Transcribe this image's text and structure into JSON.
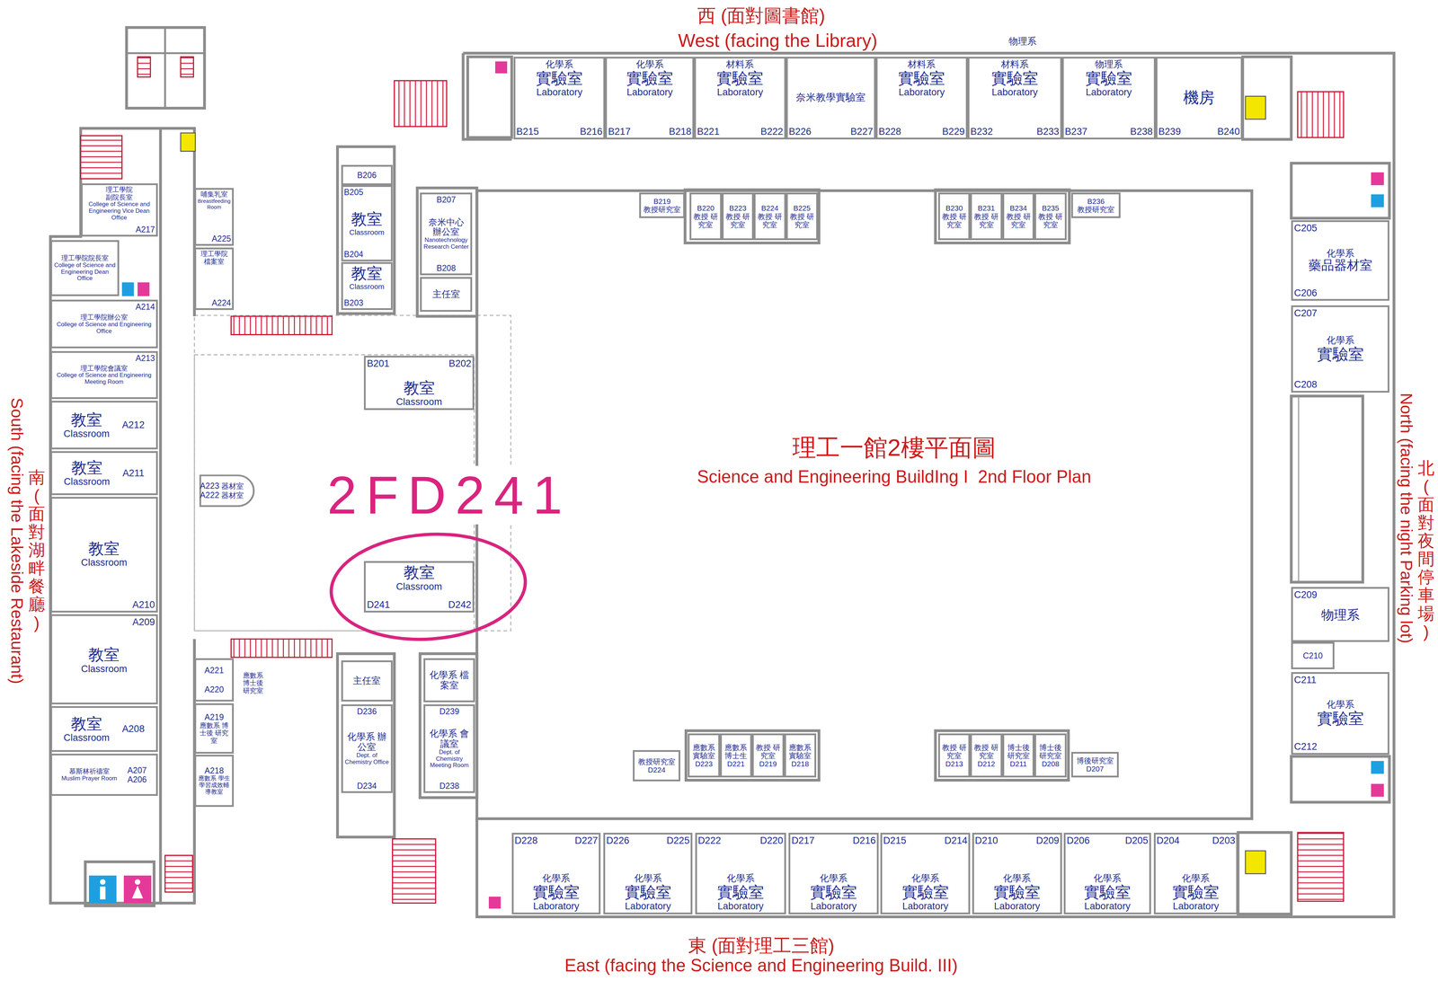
{
  "diagram": {
    "title": "理工一館2樓平面圖",
    "caption": "Science and Engineering BuildIng I  2nd Floor Plan",
    "nodes": [
      {
        "text": [
          "化學系",
          "實驗室",
          "Laboratory",
          "B215",
          "B216"
        ]
      },
      {
        "text": [
          "化學系",
          "實驗室",
          "Laboratory",
          "B217",
          "B218"
        ]
      },
      {
        "text": [
          "材料系",
          "實驗室",
          "Laboratory",
          "B221",
          "B222"
        ]
      },
      {
        "text": [
          "奈米教學實驗室",
          "B226",
          "B227"
        ]
      },
      {
        "text": [
          "材料系",
          "實驗室",
          "Laboratory",
          "B228",
          "B229"
        ]
      },
      {
        "text": [
          "材料系",
          "實驗室",
          "Laboratory",
          "B232",
          "B233"
        ]
      },
      {
        "text": [
          "物理系",
          "實驗室",
          "Laboratory",
          "B237",
          "B238"
        ]
      },
      {
        "text": [
          "機房",
          "B239",
          "B240"
        ]
      },
      {
        "text": [
          "B206"
        ]
      },
      {
        "text": [
          "B205",
          "教室",
          "Classroom",
          "B204"
        ]
      },
      {
        "text": [
          "教室",
          "Classroom",
          "B203"
        ]
      },
      {
        "text": [
          "B207",
          "奈米中心 辦公室",
          "Nanotechnology Research Center",
          "B208"
        ]
      },
      {
        "text": [
          "主任室"
        ]
      },
      {
        "text": [
          "B219",
          "教授研究室"
        ]
      },
      {
        "text": [
          "B220",
          "教授 研究室"
        ]
      },
      {
        "text": [
          "B223",
          "教授 研究室"
        ]
      },
      {
        "text": [
          "B224",
          "教授 研究室"
        ]
      },
      {
        "text": [
          "B225",
          "教授 研究室"
        ]
      },
      {
        "text": [
          "B230",
          "教授 研究室"
        ]
      },
      {
        "text": [
          "B231",
          "教授 研究室"
        ]
      },
      {
        "text": [
          "B234",
          "教授 研究室"
        ]
      },
      {
        "text": [
          "B235",
          "教授 研究室"
        ]
      },
      {
        "text": [
          "B236",
          "教授研究室"
        ]
      },
      {
        "text": [
          "C205",
          "化學系",
          "藥品器材室",
          "C206"
        ]
      },
      {
        "text": [
          "理工學院 副院長室",
          "College of Science and Engineering Vice Dean Office",
          "A217"
        ]
      },
      {
        "text": [
          "哺集乳室",
          "Breastfeeding Room",
          "A225"
        ]
      },
      {
        "text": [
          "理工學院 檔案室",
          "A224"
        ]
      },
      {
        "text": [
          "理工學院院長室",
          "College of Science and Engineering Dean Office"
        ]
      },
      {
        "text": [
          "A214",
          "理工學院辦公室",
          "College of Science and Engineering Office"
        ]
      },
      {
        "text": [
          "C207",
          "化學系",
          "實驗室",
          "C208"
        ]
      },
      {
        "text": [
          "B201",
          "B202",
          "教室",
          "Classroom"
        ]
      },
      {
        "text": [
          "A213",
          "理工學院會議室",
          "College of Science and Engineering Meeting Room"
        ]
      },
      {
        "text": [
          "教室",
          "Classroom",
          "A212"
        ]
      },
      {
        "text": [
          "教室",
          "Classroom",
          "A211"
        ]
      },
      {
        "text": [
          "A223",
          "器材室",
          "A222",
          "器材室"
        ]
      },
      {
        "text": [
          "教室",
          "Classroom",
          "A210"
        ]
      },
      {
        "text": [
          "教室",
          "Classroom",
          "D241",
          "D242"
        ]
      },
      {
        "text": [
          "C209",
          "物理系"
        ]
      },
      {
        "text": [
          "A209",
          "教室",
          "Classroom"
        ]
      },
      {
        "text": [
          "A221",
          "A220"
        ]
      },
      {
        "text": [
          "主任室"
        ]
      },
      {
        "text": [
          "化學系 檔案室"
        ]
      },
      {
        "text": [
          "C210"
        ]
      },
      {
        "text": [
          "C211",
          "化學系",
          "實驗室",
          "C212"
        ]
      },
      {
        "text": [
          "A219",
          "應數系 博士後 研究室"
        ]
      },
      {
        "text": [
          "D236",
          "化學系 辦公室",
          "Dept. of Chemistry Office",
          "D234"
        ]
      },
      {
        "text": [
          "D239",
          "化學系 會議室",
          "Dept. of Chemistry Meeting Room",
          "D238"
        ]
      },
      {
        "text": [
          "教室",
          "Classroom",
          "A208"
        ]
      },
      {
        "text": [
          "應數系 實驗室",
          "D223"
        ]
      },
      {
        "text": [
          "應數系 博士生",
          "D221"
        ]
      },
      {
        "text": [
          "教授 研究室",
          "D219"
        ]
      },
      {
        "text": [
          "應數系 實驗室",
          "D218"
        ]
      },
      {
        "text": [
          "教授 研究室",
          "D213"
        ]
      },
      {
        "text": [
          "教授 研究室",
          "D212"
        ]
      },
      {
        "text": [
          "博士後 研究室",
          "D211"
        ]
      },
      {
        "text": [
          "博士後 研究室",
          "D208"
        ]
      },
      {
        "text": [
          "教授研究室",
          "D224"
        ]
      },
      {
        "text": [
          "博後研究室",
          "D207"
        ]
      },
      {
        "text": [
          "A218",
          "應數系 學生學習成效輔導教室"
        ]
      },
      {
        "text": [
          "A207",
          "慕斯林祈禱室",
          "Muslim Prayer Room",
          "A206"
        ]
      },
      {
        "text": [
          "D228",
          "D227",
          "化學系",
          "實驗室",
          "Laboratory"
        ]
      },
      {
        "text": [
          "D226",
          "D225",
          "化學系",
          "實驗室",
          "Laboratory"
        ]
      },
      {
        "text": [
          "D222",
          "D220",
          "化學系",
          "實驗室",
          "Laboratory"
        ]
      },
      {
        "text": [
          "D217",
          "D216",
          "化學系",
          "實驗室",
          "Laboratory"
        ]
      },
      {
        "text": [
          "D215",
          "D214",
          "化學系",
          "實驗室",
          "Laboratory"
        ]
      },
      {
        "text": [
          "D210",
          "D209",
          "化學系",
          "實驗室",
          "Laboratory"
        ]
      },
      {
        "text": [
          "D206",
          "D205",
          "化學系",
          "實驗室",
          "Laboratory"
        ]
      },
      {
        "text": [
          "D204",
          "D203",
          "化學系",
          "實驗室",
          "Laboratory"
        ]
      }
    ],
    "labels": [
      "西 (面對圖書館)",
      "West (facing the Library)",
      "物理系",
      "南(面對湖畔餐廳)",
      "South (facing the Lakeside Restaurant)",
      "北 (面對夜間停車場)",
      "North (facing the night Parking lot)",
      "2FD241",
      "應數系 博士後 研究室",
      "東 (面對理工三館)",
      "East (facing the Science and Engineering Build. III)"
    ]
  }
}
